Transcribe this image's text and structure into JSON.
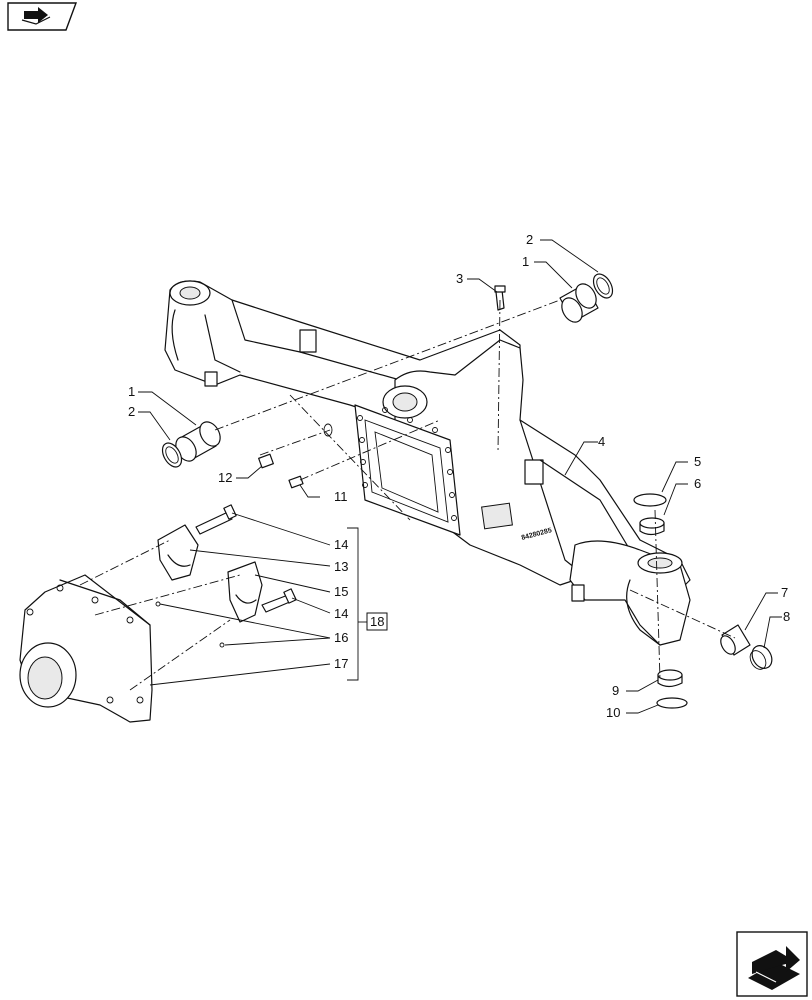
{
  "callouts": {
    "c1a": "1",
    "c2a": "2",
    "c3": "3",
    "c1b": "1",
    "c2b": "2",
    "c4": "4",
    "c5": "5",
    "c6": "6",
    "c7": "7",
    "c8": "8",
    "c9": "9",
    "c10": "10",
    "c11": "11",
    "c12": "12",
    "c14a": "14",
    "c13": "13",
    "c15": "15",
    "c14b": "14",
    "c16": "16",
    "c17": "17",
    "c18": "18"
  },
  "nameplate_text": "84280285",
  "icons": {
    "top_left": "book-arrow-icon",
    "bottom_right": "next-page-arrow-icon"
  }
}
